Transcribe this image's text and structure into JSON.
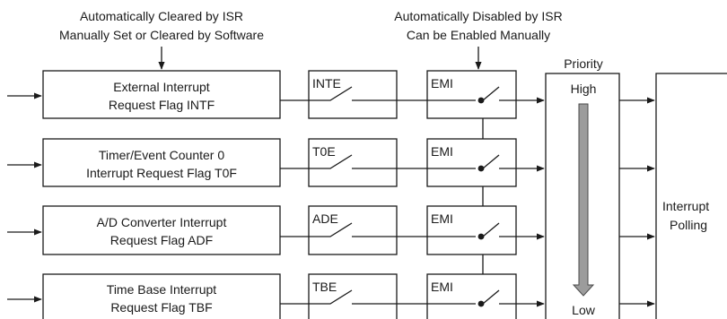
{
  "annotations": {
    "left": {
      "line1": "Automatically Cleared by ISR",
      "line2": "Manually Set or Cleared by Software"
    },
    "right": {
      "line1": "Automatically Disabled by ISR",
      "line2": "Can be Enabled Manually"
    }
  },
  "rows": [
    {
      "flag_line1": "External Interrupt",
      "flag_line2": "Request Flag INTF",
      "enable": "INTE",
      "emi": "EMI"
    },
    {
      "flag_line1": "Timer/Event Counter 0",
      "flag_line2": "Interrupt Request Flag T0F",
      "enable": "T0E",
      "emi": "EMI"
    },
    {
      "flag_line1": "A/D Converter Interrupt",
      "flag_line2": "Request Flag ADF",
      "enable": "ADE",
      "emi": "EMI"
    },
    {
      "flag_line1": "Time Base Interrupt",
      "flag_line2": "Request Flag TBF",
      "enable": "TBE",
      "emi": "EMI"
    }
  ],
  "priority": {
    "title": "Priority",
    "high": "High",
    "low": "Low"
  },
  "polling": {
    "line1": "Interrupt",
    "line2": "Polling"
  },
  "colors": {
    "line": "#1a1a1a",
    "priority_arrow": "#9c9c9c"
  }
}
